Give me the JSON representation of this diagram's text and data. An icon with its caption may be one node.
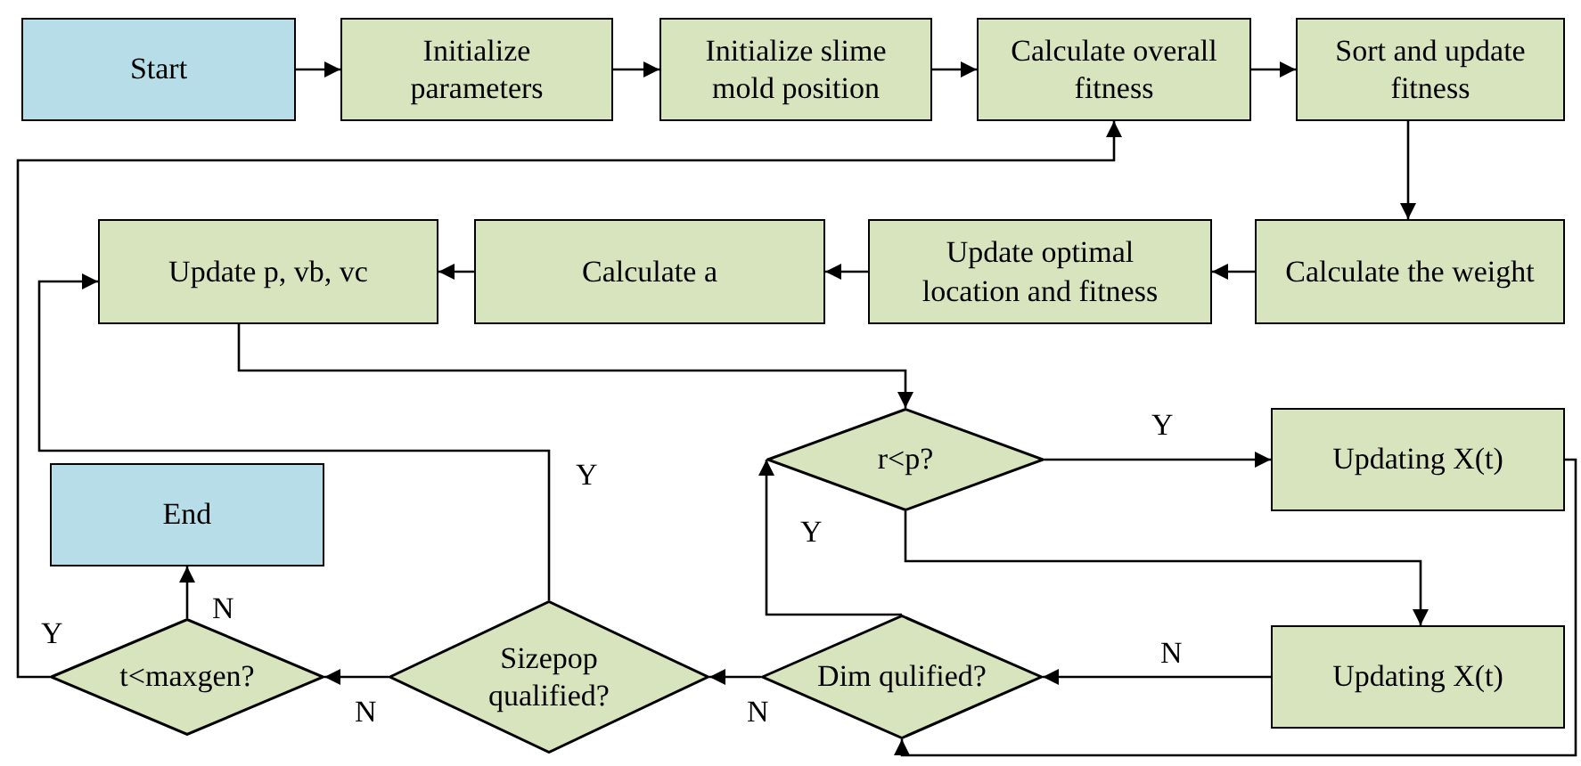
{
  "diagram": {
    "nodes": [
      {
        "text": [
          "Start"
        ]
      },
      {
        "text": [
          "Initialize parameters"
        ]
      },
      {
        "text": [
          "Initialize slime mold position"
        ]
      },
      {
        "text": [
          "Calculate overall fitness"
        ]
      },
      {
        "text": [
          "Sort and update fitness"
        ]
      },
      {
        "text": [
          "Calculate the weight"
        ]
      },
      {
        "text": [
          "Update optimal location and fitness"
        ]
      },
      {
        "text": [
          "Calculate a"
        ]
      },
      {
        "text": [
          "Update p, vb, vc"
        ]
      },
      {
        "text": [
          "r<p?"
        ]
      },
      {
        "text": [
          "Updating X(t)"
        ]
      },
      {
        "text": [
          "End"
        ]
      },
      {
        "text": [
          "t<maxgen?"
        ]
      },
      {
        "text": [
          "Sizepop qualified?"
        ]
      },
      {
        "text": [
          "Dim qulified?"
        ]
      },
      {
        "text": [
          "Updating X(t)"
        ]
      }
    ],
    "edges": [
      {
        "from": 0,
        "to": 1,
        "arrow": "to"
      },
      {
        "from": 1,
        "to": 2,
        "arrow": "to"
      },
      {
        "from": 2,
        "to": 3,
        "arrow": "to"
      },
      {
        "from": 3,
        "to": 4,
        "arrow": "to"
      },
      {
        "from": 4,
        "to": 5,
        "arrow": "to"
      },
      {
        "from": 5,
        "to": 6,
        "arrow": "to"
      },
      {
        "from": 6,
        "to": 7,
        "arrow": "to"
      },
      {
        "from": 7,
        "to": 8,
        "arrow": "to"
      },
      {
        "from": 8,
        "to": 9,
        "arrow": "to"
      },
      {
        "from": 9,
        "to": 10,
        "arrow": "to",
        "label": "Y"
      },
      {
        "from": 9,
        "to": 15,
        "arrow": "to"
      },
      {
        "from": 10,
        "to": 14,
        "arrow": "to"
      },
      {
        "from": 15,
        "to": 14,
        "arrow": "to",
        "label": "N"
      },
      {
        "from": 14,
        "to": 9,
        "arrow": "to",
        "label": "Y"
      },
      {
        "from": 14,
        "to": 13,
        "arrow": "to",
        "label": "N"
      },
      {
        "from": 13,
        "to": 12,
        "arrow": "to",
        "label": "N"
      },
      {
        "from": 13,
        "to": 8,
        "arrow": "to",
        "label": "Y"
      },
      {
        "from": 12,
        "to": 11,
        "arrow": "to",
        "label": "N"
      },
      {
        "from": 12,
        "to": 3,
        "arrow": "to",
        "label": "Y"
      }
    ]
  }
}
